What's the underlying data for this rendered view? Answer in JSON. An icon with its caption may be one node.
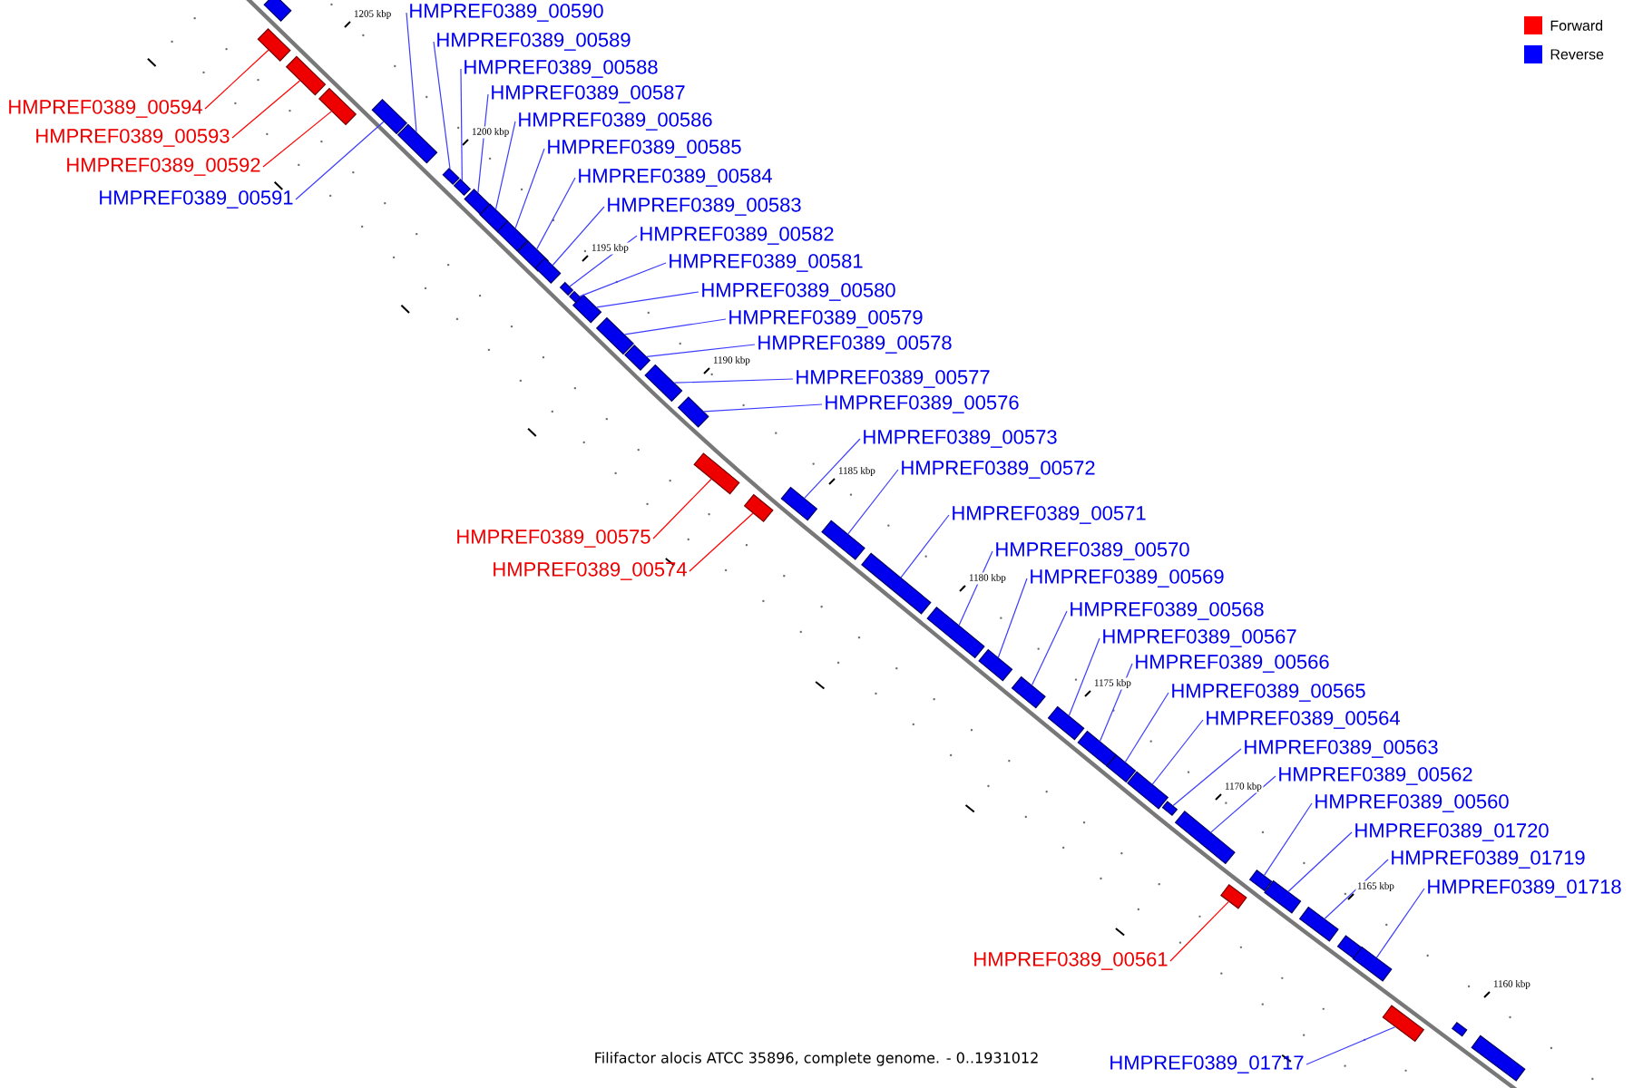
{
  "diagram": {
    "caption": "Filifactor alocis ATCC 35896, complete genome. - 0..1931012",
    "nodes": [
      {
        "text": [
          "HMPREF0389_00590"
        ]
      },
      {
        "text": [
          "HMPREF0389_00589"
        ]
      },
      {
        "text": [
          "HMPREF0389_00588"
        ]
      },
      {
        "text": [
          "HMPREF0389_00587"
        ]
      },
      {
        "text": [
          "HMPREF0389_00594"
        ]
      },
      {
        "text": [
          "HMPREF0389_00586"
        ]
      },
      {
        "text": [
          "HMPREF0389_00593"
        ]
      },
      {
        "text": [
          "HMPREF0389_00585"
        ]
      },
      {
        "text": [
          "HMPREF0389_00592"
        ]
      },
      {
        "text": [
          "HMPREF0389_00584"
        ]
      },
      {
        "text": [
          "HMPREF0389_00591"
        ]
      },
      {
        "text": [
          "HMPREF0389_00583"
        ]
      },
      {
        "text": [
          "HMPREF0389_00582"
        ]
      },
      {
        "text": [
          "HMPREF0389_00581"
        ]
      },
      {
        "text": [
          "HMPREF0389_00580"
        ]
      },
      {
        "text": [
          "HMPREF0389_00579"
        ]
      },
      {
        "text": [
          "HMPREF0389_00578"
        ]
      },
      {
        "text": [
          "HMPREF0389_00577"
        ]
      },
      {
        "text": [
          "HMPREF0389_00576"
        ]
      },
      {
        "text": [
          "HMPREF0389_00573"
        ]
      },
      {
        "text": [
          "HMPREF0389_00572"
        ]
      },
      {
        "text": [
          "HMPREF0389_00571"
        ]
      },
      {
        "text": [
          "HMPREF0389_00575"
        ]
      },
      {
        "text": [
          "HMPREF0389_00570"
        ]
      },
      {
        "text": [
          "HMPREF0389_00574"
        ]
      },
      {
        "text": [
          "HMPREF0389_00569"
        ]
      },
      {
        "text": [
          "HMPREF0389_00568"
        ]
      },
      {
        "text": [
          "HMPREF0389_00567"
        ]
      },
      {
        "text": [
          "HMPREF0389_00566"
        ]
      },
      {
        "text": [
          "HMPREF0389_00565"
        ]
      },
      {
        "text": [
          "HMPREF0389_00564"
        ]
      },
      {
        "text": [
          "HMPREF0389_00563"
        ]
      },
      {
        "text": [
          "HMPREF0389_00562"
        ]
      },
      {
        "text": [
          "HMPREF0389_00560"
        ]
      },
      {
        "text": [
          "HMPREF0389_01720"
        ]
      },
      {
        "text": [
          "HMPREF0389_01719"
        ]
      },
      {
        "text": [
          "HMPREF0389_01718"
        ]
      },
      {
        "text": [
          "HMPREF0389_00561"
        ]
      },
      {
        "text": [
          "HMPREF0389_01717"
        ]
      },
      {
        "text": [],
        "shape": "box"
      },
      {
        "text": [],
        "shape": "box"
      },
      {
        "text": [],
        "shape": "box"
      },
      {
        "text": [],
        "shape": "box"
      },
      {
        "text": [],
        "shape": "box"
      },
      {
        "text": [],
        "shape": "box"
      },
      {
        "text": [],
        "shape": "box"
      },
      {
        "text": [],
        "shape": "box"
      },
      {
        "text": [],
        "shape": "box"
      },
      {
        "text": [],
        "shape": "box"
      },
      {
        "text": [],
        "shape": "box"
      },
      {
        "text": [],
        "shape": "box"
      },
      {
        "text": [],
        "shape": "box"
      },
      {
        "text": [],
        "shape": "box"
      },
      {
        "text": [],
        "shape": "box"
      },
      {
        "text": [],
        "shape": "box"
      },
      {
        "text": [],
        "shape": "box"
      },
      {
        "text": [],
        "shape": "box"
      },
      {
        "text": [],
        "shape": "box"
      },
      {
        "text": [],
        "shape": "box"
      },
      {
        "text": [],
        "shape": "box"
      },
      {
        "text": [],
        "shape": "box"
      },
      {
        "text": [],
        "shape": "box"
      },
      {
        "text": [],
        "shape": "box"
      },
      {
        "text": [],
        "shape": "box"
      },
      {
        "text": [],
        "shape": "box"
      },
      {
        "text": [],
        "shape": "box"
      },
      {
        "text": [],
        "shape": "box"
      },
      {
        "text": [],
        "shape": "box"
      },
      {
        "text": [],
        "shape": "box"
      },
      {
        "text": [],
        "shape": "box"
      },
      {
        "text": [],
        "shape": "box"
      },
      {
        "text": [],
        "shape": "box"
      },
      {
        "text": [],
        "shape": "box"
      },
      {
        "text": [],
        "shape": "box"
      },
      {
        "text": [],
        "shape": "box"
      },
      {
        "text": [],
        "shape": "box"
      },
      {
        "text": [],
        "shape": "box"
      },
      {
        "text": [],
        "shape": "box"
      },
      {
        "text": [],
        "shape": "box"
      },
      {
        "text": [],
        "shape": "box"
      },
      {
        "text": [],
        "shape": "box"
      },
      {
        "text": [],
        "shape": "box"
      }
    ],
    "edges": [
      {
        "from": 0,
        "to": 44,
        "arrow": "none"
      },
      {
        "from": 1,
        "to": 45,
        "arrow": "none"
      },
      {
        "from": 2,
        "to": 46,
        "arrow": "none"
      },
      {
        "from": 3,
        "to": 47,
        "arrow": "none"
      },
      {
        "from": 4,
        "to": 40,
        "arrow": "none",
        "color": "#ff0000"
      },
      {
        "from": 5,
        "to": 48,
        "arrow": "none"
      },
      {
        "from": 6,
        "to": 41,
        "arrow": "none",
        "color": "#ff0000"
      },
      {
        "from": 7,
        "to": 49,
        "arrow": "none"
      },
      {
        "from": 8,
        "to": 42,
        "arrow": "none",
        "color": "#ff0000"
      },
      {
        "from": 9,
        "to": 50,
        "arrow": "none"
      },
      {
        "from": 10,
        "to": 43,
        "arrow": "none"
      },
      {
        "from": 11,
        "to": 51,
        "arrow": "none"
      },
      {
        "from": 12,
        "to": 52,
        "arrow": "none"
      },
      {
        "from": 13,
        "to": 53,
        "arrow": "none"
      },
      {
        "from": 14,
        "to": 54,
        "arrow": "none"
      },
      {
        "from": 15,
        "to": 55,
        "arrow": "none"
      },
      {
        "from": 16,
        "to": 56,
        "arrow": "none"
      },
      {
        "from": 17,
        "to": 57,
        "arrow": "none"
      },
      {
        "from": 18,
        "to": 58,
        "arrow": "none"
      },
      {
        "from": 19,
        "to": 61,
        "arrow": "none"
      },
      {
        "from": 20,
        "to": 62,
        "arrow": "none"
      },
      {
        "from": 21,
        "to": 63,
        "arrow": "none"
      },
      {
        "from": 22,
        "to": 59,
        "arrow": "none",
        "color": "#ff0000"
      },
      {
        "from": 23,
        "to": 64,
        "arrow": "none"
      },
      {
        "from": 24,
        "to": 60,
        "arrow": "none",
        "color": "#ff0000"
      },
      {
        "from": 25,
        "to": 65,
        "arrow": "none"
      },
      {
        "from": 26,
        "to": 66,
        "arrow": "none"
      },
      {
        "from": 27,
        "to": 67,
        "arrow": "none"
      },
      {
        "from": 28,
        "to": 68,
        "arrow": "none"
      },
      {
        "from": 29,
        "to": 69,
        "arrow": "none"
      },
      {
        "from": 30,
        "to": 70,
        "arrow": "none"
      },
      {
        "from": 31,
        "to": 71,
        "arrow": "none"
      },
      {
        "from": 32,
        "to": 72,
        "arrow": "none"
      },
      {
        "from": 33,
        "to": 74,
        "arrow": "none"
      },
      {
        "from": 34,
        "to": 75,
        "arrow": "none"
      },
      {
        "from": 35,
        "to": 76,
        "arrow": "none"
      },
      {
        "from": 36,
        "to": 78,
        "arrow": "none"
      },
      {
        "from": 37,
        "to": 73,
        "arrow": "none",
        "color": "#ff0000"
      },
      {
        "from": 38,
        "to": 79,
        "arrow": "none"
      }
    ],
    "labels": [
      "1205 kbp",
      "1200 kbp",
      "1195 kbp",
      "1190 kbp",
      "1185 kbp",
      "1180 kbp",
      "1175 kbp",
      "1170 kbp",
      "1165 kbp",
      "1160 kbp"
    ],
    "legend": [
      {
        "text": "Forward",
        "color": "#ff0000"
      },
      {
        "text": "Reverse",
        "color": "#0000ff"
      }
    ]
  }
}
